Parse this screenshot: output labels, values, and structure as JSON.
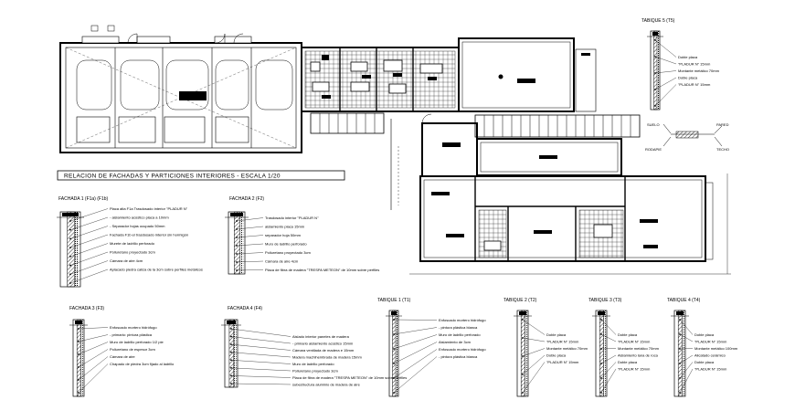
{
  "main_title": "RELACION DE FACHADAS Y PARTICIONES INTERIORES - ESCALA 1/20",
  "junction": {
    "floor": "SUELO",
    "wall": "PARED",
    "plinth": "RODAPIE",
    "ceiling": "TECHO"
  },
  "sections": {
    "s1": {
      "title": "FACHADA 1 (F1a) (F1b)",
      "notes": [
        "Placa alta F1a Trasdosado interior \"PLADUR N\"",
        "- aislamiento acústico placa a 10mm",
        "- Separador hojas ocupado 50mm",
        "Fachada F1b el trasdosado interior sin hormigón",
        "Murete de ladrillo perforado",
        "Poliuretano proyectado 3cm",
        "Cámara de aire 4cm",
        "Aplacado piedra caliza de la 3cm sobre perfiles metálicos"
      ]
    },
    "s2": {
      "title": "FACHADA 2 (F2)",
      "notes": [
        "Trasdosado interior \"PLADUR N\"",
        "aislamiento placa 15mm",
        "separador hoja 50mm",
        "Muro de ladrillo perforado",
        "Poliuretano proyectado 3cm",
        "Cámara de aire 4cm",
        "Placa de fibra de madera \"TRESPA METEON\" de 10mm sobre perfiles"
      ]
    },
    "s3": {
      "title": "FACHADA 3 (F3)",
      "notes": [
        "Enfoscado mortero hidrófugo",
        "- primario: pintura plástica",
        "Muro de ladrillo perforado 1/2 pie",
        "Poliuretano de espesor 3cm",
        "Cámara de aire",
        "Chapado de piedra 3cm fijado al ladrillo"
      ]
    },
    "s4": {
      "title": "FACHADA 4 (F4)",
      "notes": [
        "Aislado interior paneles de madera",
        "- primario aislamiento acústico 15mm",
        "Cámara ventilada de madera e 15mm",
        "Madera machihembrada de madera 15mm",
        "Muro de ladrillo perforado",
        "Poliuretano proyectado 3cm",
        "Placa de fibra de madera \"TRESPA METEON\" de 10mm sobre perfiles",
        "subestructura aluminio de madera de aire"
      ]
    },
    "s5": {
      "title": "TABIQUE 1 (T1)",
      "notes": [
        "Enfoscado mortero hidrófugo",
        "- pintura plástica blanca",
        "Muro de ladrillo perforado",
        "Aislamiento de 3cm",
        "Enfoscado mortero hidrófugo",
        "- pintura plástica blanca"
      ]
    },
    "s6": {
      "title": "TABIQUE 2 (T2)",
      "notes": [
        "Doble placa",
        "\"PLADUR N\" 15mm",
        "Montante metálico 70mm",
        "Doble placa",
        "\"PLADUR N\" 15mm"
      ]
    },
    "s7": {
      "title": "TABIQUE 3 (T3)",
      "notes": [
        "Doble placa",
        "\"PLADUR N\" 15mm",
        "Montante metálico 70mm",
        "Aislamiento lana de roca",
        "Doble placa",
        "\"PLADUR N\" 15mm"
      ]
    },
    "s8": {
      "title": "TABIQUE 4 (T4)",
      "notes": [
        "Doble placa",
        "\"PLADUR N\" 15mm",
        "Montante metálico 100mm",
        "Alicatado cerámico",
        "Doble placa",
        "\"PLADUR N\" 15mm"
      ]
    },
    "s9": {
      "title": "TABIQUE 5 (T5)",
      "notes": [
        "Doble placa",
        "\"PLADUR N\" 15mm",
        "Montante metálico 70mm",
        "Doble placa",
        "\"PLADUR N\" 15mm"
      ]
    }
  },
  "colors": {
    "line": "#000000",
    "background": "#ffffff"
  }
}
